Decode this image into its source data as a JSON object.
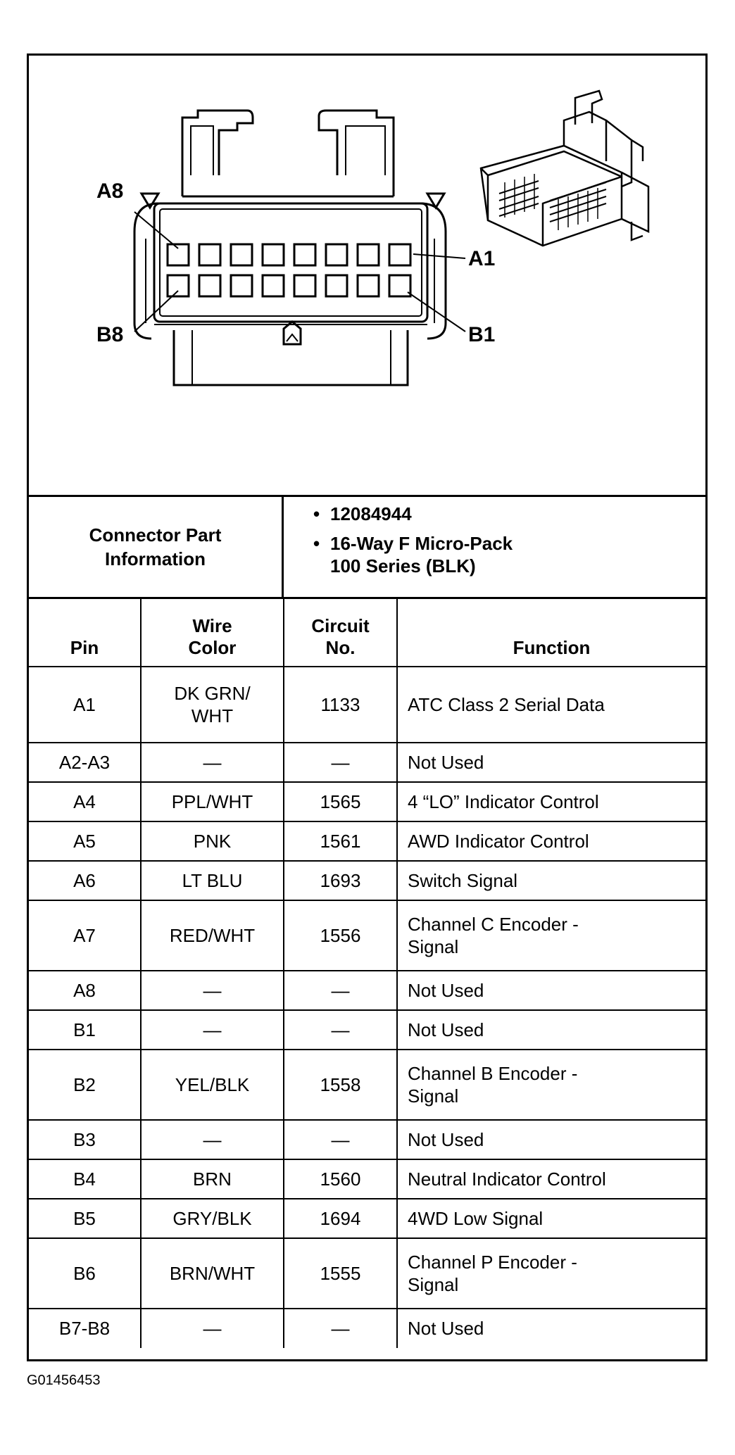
{
  "diagram": {
    "labels": {
      "a8": "A8",
      "a1": "A1",
      "b8": "B8",
      "b1": "B1"
    }
  },
  "part_info": {
    "title_line1": "Connector Part",
    "title_line2": "Information",
    "bullet": "•",
    "part_number": "12084944",
    "description_line1": "16-Way F Micro-Pack",
    "description_line2": "100 Series (BLK)"
  },
  "table": {
    "headers": {
      "pin": "Pin",
      "wire_line1": "Wire",
      "wire_line2": "Color",
      "circuit_line1": "Circuit",
      "circuit_line2": "No.",
      "function": "Function"
    },
    "rows": [
      {
        "pin": "A1",
        "wire": "DK GRN/",
        "wire2": "WHT",
        "circuit": "1133",
        "function": "ATC Class 2 Serial Data",
        "function2": ""
      },
      {
        "pin": "A2-A3",
        "wire": "—",
        "wire2": "",
        "circuit": "—",
        "function": "Not Used",
        "function2": ""
      },
      {
        "pin": "A4",
        "wire": "PPL/WHT",
        "wire2": "",
        "circuit": "1565",
        "function": "4 “LO” Indicator Control",
        "function2": ""
      },
      {
        "pin": "A5",
        "wire": "PNK",
        "wire2": "",
        "circuit": "1561",
        "function": "AWD Indicator Control",
        "function2": ""
      },
      {
        "pin": "A6",
        "wire": "LT BLU",
        "wire2": "",
        "circuit": "1693",
        "function": "Switch Signal",
        "function2": ""
      },
      {
        "pin": "A7",
        "wire": "RED/WHT",
        "wire2": "",
        "circuit": "1556",
        "function": "Channel C Encoder -",
        "function2": "Signal"
      },
      {
        "pin": "A8",
        "wire": "—",
        "wire2": "",
        "circuit": "—",
        "function": "Not Used",
        "function2": ""
      },
      {
        "pin": "B1",
        "wire": "—",
        "wire2": "",
        "circuit": "—",
        "function": "Not Used",
        "function2": ""
      },
      {
        "pin": "B2",
        "wire": "YEL/BLK",
        "wire2": "",
        "circuit": "1558",
        "function": "Channel B Encoder -",
        "function2": "Signal"
      },
      {
        "pin": "B3",
        "wire": "—",
        "wire2": "",
        "circuit": "—",
        "function": "Not Used",
        "function2": ""
      },
      {
        "pin": "B4",
        "wire": "BRN",
        "wire2": "",
        "circuit": "1560",
        "function": "Neutral Indicator Control",
        "function2": ""
      },
      {
        "pin": "B5",
        "wire": "GRY/BLK",
        "wire2": "",
        "circuit": "1694",
        "function": "4WD Low Signal",
        "function2": ""
      },
      {
        "pin": "B6",
        "wire": "BRN/WHT",
        "wire2": "",
        "circuit": "1555",
        "function": "Channel P Encoder -",
        "function2": "Signal"
      },
      {
        "pin": "B7-B8",
        "wire": "—",
        "wire2": "",
        "circuit": "—",
        "function": "Not Used",
        "function2": ""
      }
    ]
  },
  "figure_id": "G01456453"
}
